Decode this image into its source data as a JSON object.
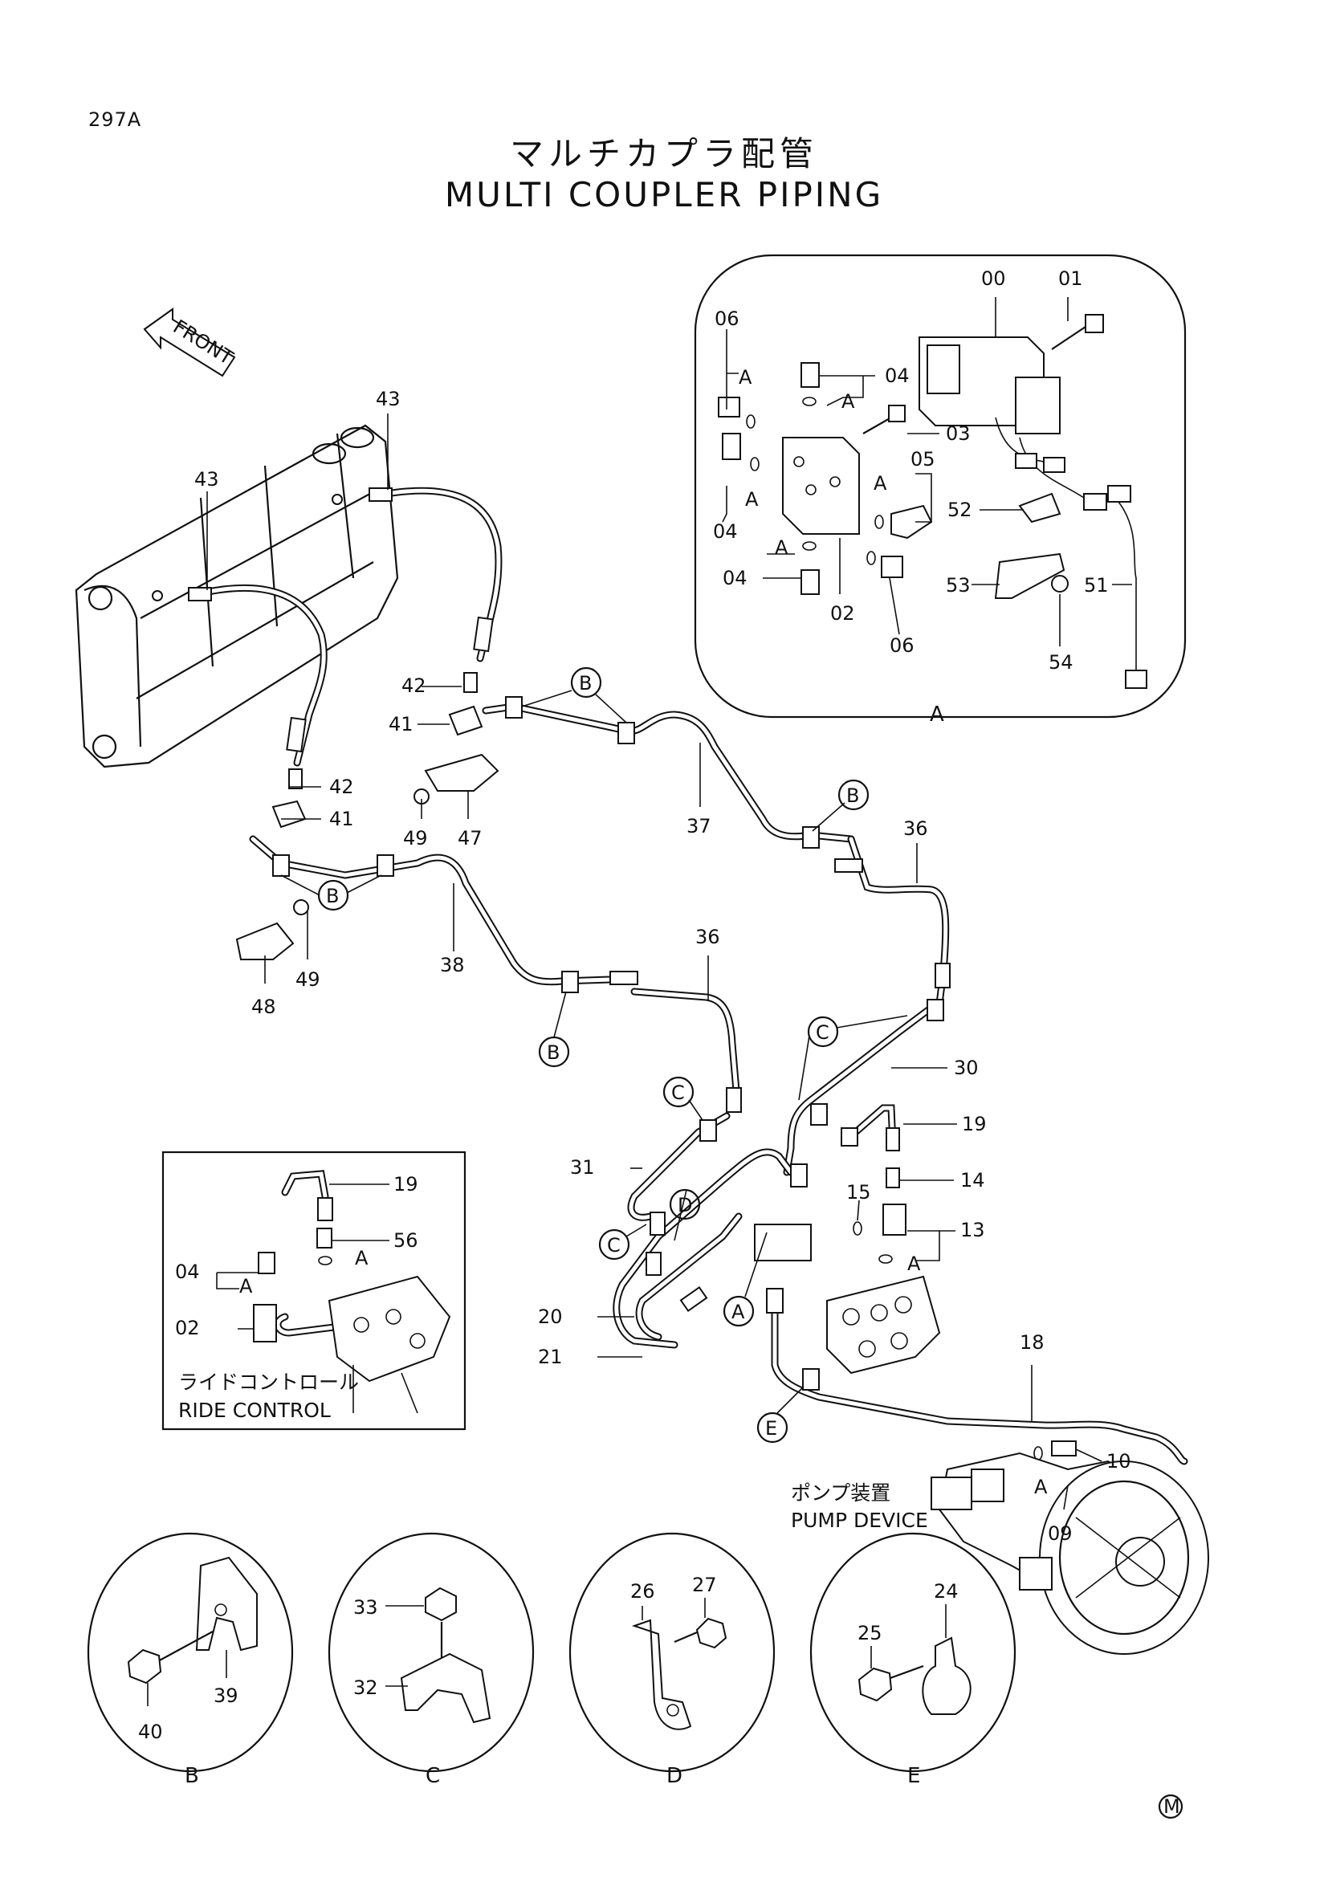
{
  "page_number": "297A",
  "title_jp": "マルチカプラ配管",
  "title_en": "MULTI COUPLER PIPING",
  "front_arrow_label": "FRONT",
  "ride_control_jp": "ライドコントロール",
  "ride_control_en": "RIDE CONTROL",
  "pump_device_jp": "ポンプ装置",
  "pump_device_en": "PUMP DEVICE",
  "detail_view_label": "A",
  "section_labels": [
    "B",
    "C",
    "D",
    "E"
  ],
  "callout_letters": {
    "a": "A",
    "b": "B",
    "c": "C",
    "d": "D",
    "e": "E"
  },
  "bottom_mark": "M",
  "part_numbers": {
    "p00": "00",
    "p01": "01",
    "p02": "02",
    "p03": "03",
    "p04": "04",
    "p05": "05",
    "p06": "06",
    "p09": "09",
    "p10": "10",
    "p13": "13",
    "p14": "14",
    "p15": "15",
    "p18": "18",
    "p19": "19",
    "p20": "20",
    "p21": "21",
    "p24": "24",
    "p25": "25",
    "p26": "26",
    "p27": "27",
    "p30": "30",
    "p31": "31",
    "p32": "32",
    "p33": "33",
    "p36": "36",
    "p37": "37",
    "p38": "38",
    "p39": "39",
    "p40": "40",
    "p41": "41",
    "p42": "42",
    "p43": "43",
    "p47": "47",
    "p48": "48",
    "p49": "49",
    "p51": "51",
    "p52": "52",
    "p53": "53",
    "p54": "54",
    "p56": "56"
  }
}
